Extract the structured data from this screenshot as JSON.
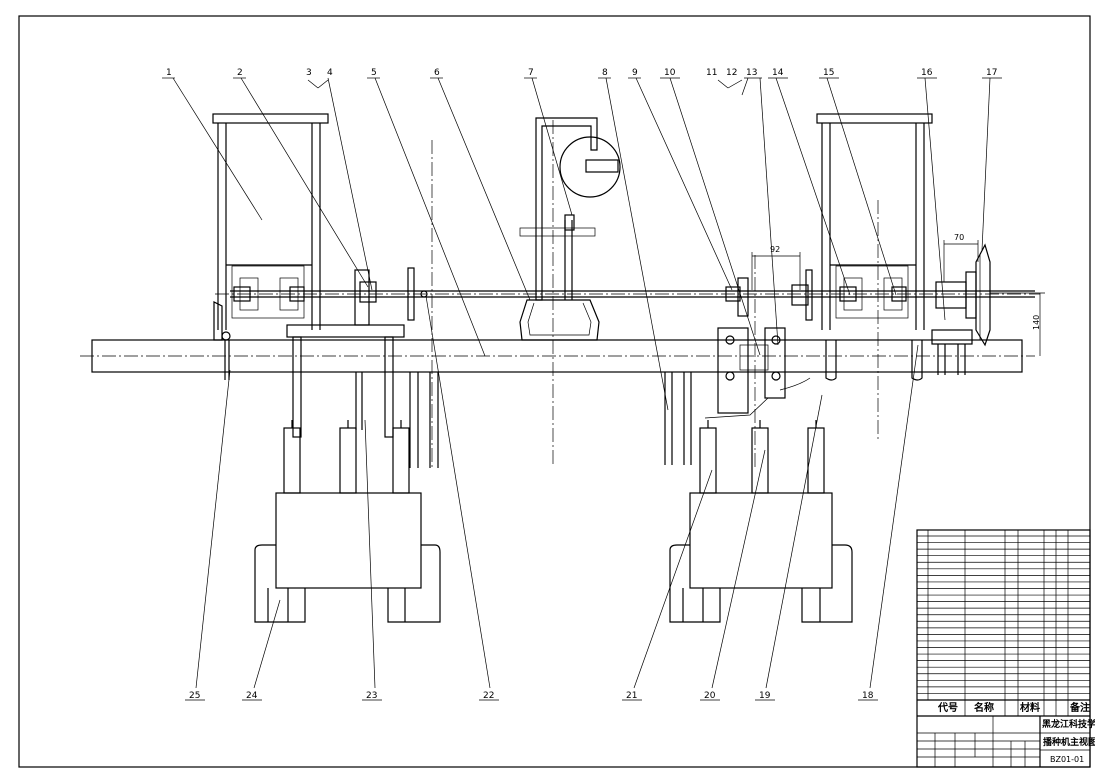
{
  "drawing": {
    "top_labels": [
      "1",
      "2",
      "3",
      "4",
      "5",
      "6",
      "7",
      "8",
      "9",
      "10",
      "11",
      "12",
      "13",
      "14",
      "15",
      "16",
      "17"
    ],
    "bottom_labels": [
      "25",
      "24",
      "23",
      "22",
      "21",
      "20",
      "19",
      "18"
    ],
    "dimensions": {
      "d92": "92",
      "d70": "70",
      "d140": "140"
    }
  },
  "title_block": {
    "header": {
      "code": "代号",
      "name": "名称",
      "material": "材料",
      "note": "备注"
    },
    "school": "黑龙江科技学院",
    "drawing_title": "播种机主视图",
    "drawing_no": "BZ01-01"
  }
}
